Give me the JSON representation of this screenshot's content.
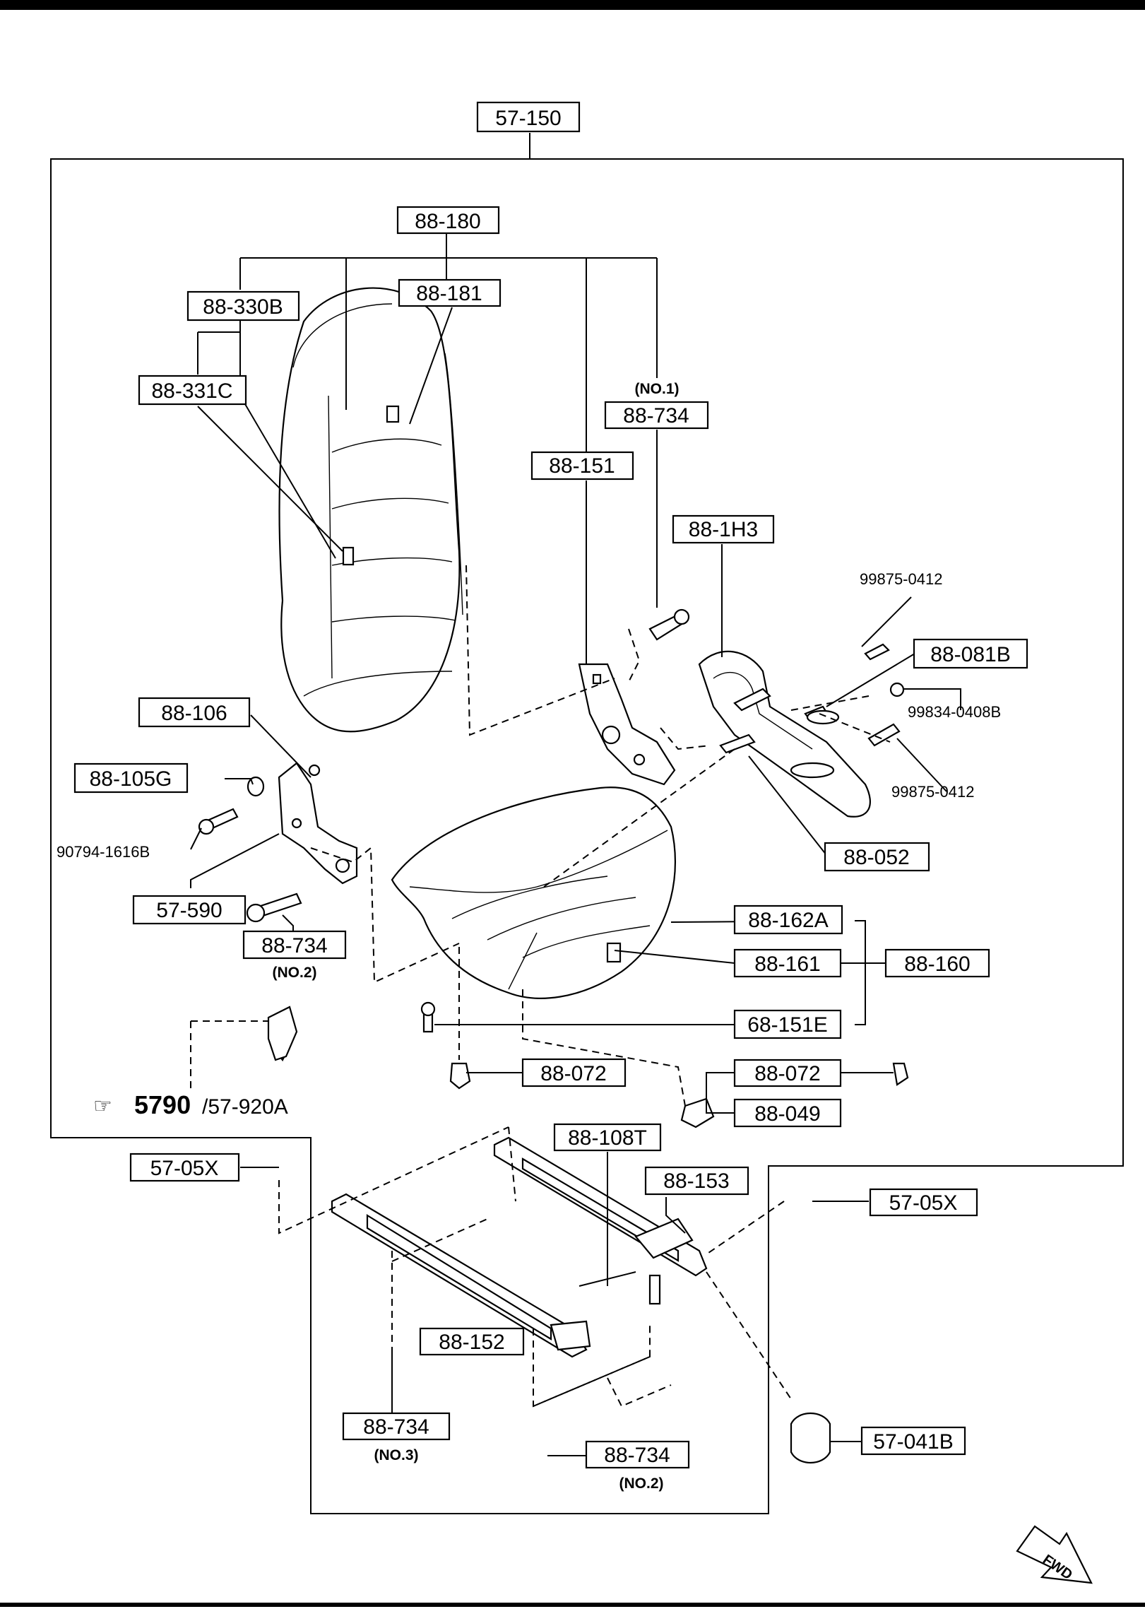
{
  "labels": {
    "p57_150": "57-150",
    "p88_180": "88-180",
    "p88_181": "88-181",
    "p88_330B": "88-330B",
    "p88_331C": "88-331C",
    "no1": "(NO.1)",
    "p88_734_no1": "88-734",
    "p88_151": "88-151",
    "p88_1H3": "88-1H3",
    "p99875_0412_a": "99875-0412",
    "p88_081B": "88-081B",
    "p99834_0408B": "99834-0408B",
    "p99875_0412_b": "99875-0412",
    "p88_106": "88-106",
    "p88_105G": "88-105G",
    "p90794_1616B": "90794-1616B",
    "p88_052": "88-052",
    "p57_590": "57-590",
    "p88_734_no2a": "88-734",
    "no2a": "(NO.2)",
    "p88_162A": "88-162A",
    "p88_161": "88-161",
    "p88_160": "88-160",
    "p68_151E": "68-151E",
    "p88_072_a": "88-072",
    "p88_072_b": "88-072",
    "p88_049": "88-049",
    "ref_major": "5790",
    "ref_minor": "/57-920A",
    "p88_108T": "88-108T",
    "p57_05X_a": "57-05X",
    "p88_153": "88-153",
    "p57_05X_b": "57-05X",
    "p88_152": "88-152",
    "p88_734_no3": "88-734",
    "no3": "(NO.3)",
    "p88_734_no2b": "88-734",
    "no2b": "(NO.2)",
    "p57_041B": "57-041B",
    "fwd": "FWD"
  }
}
